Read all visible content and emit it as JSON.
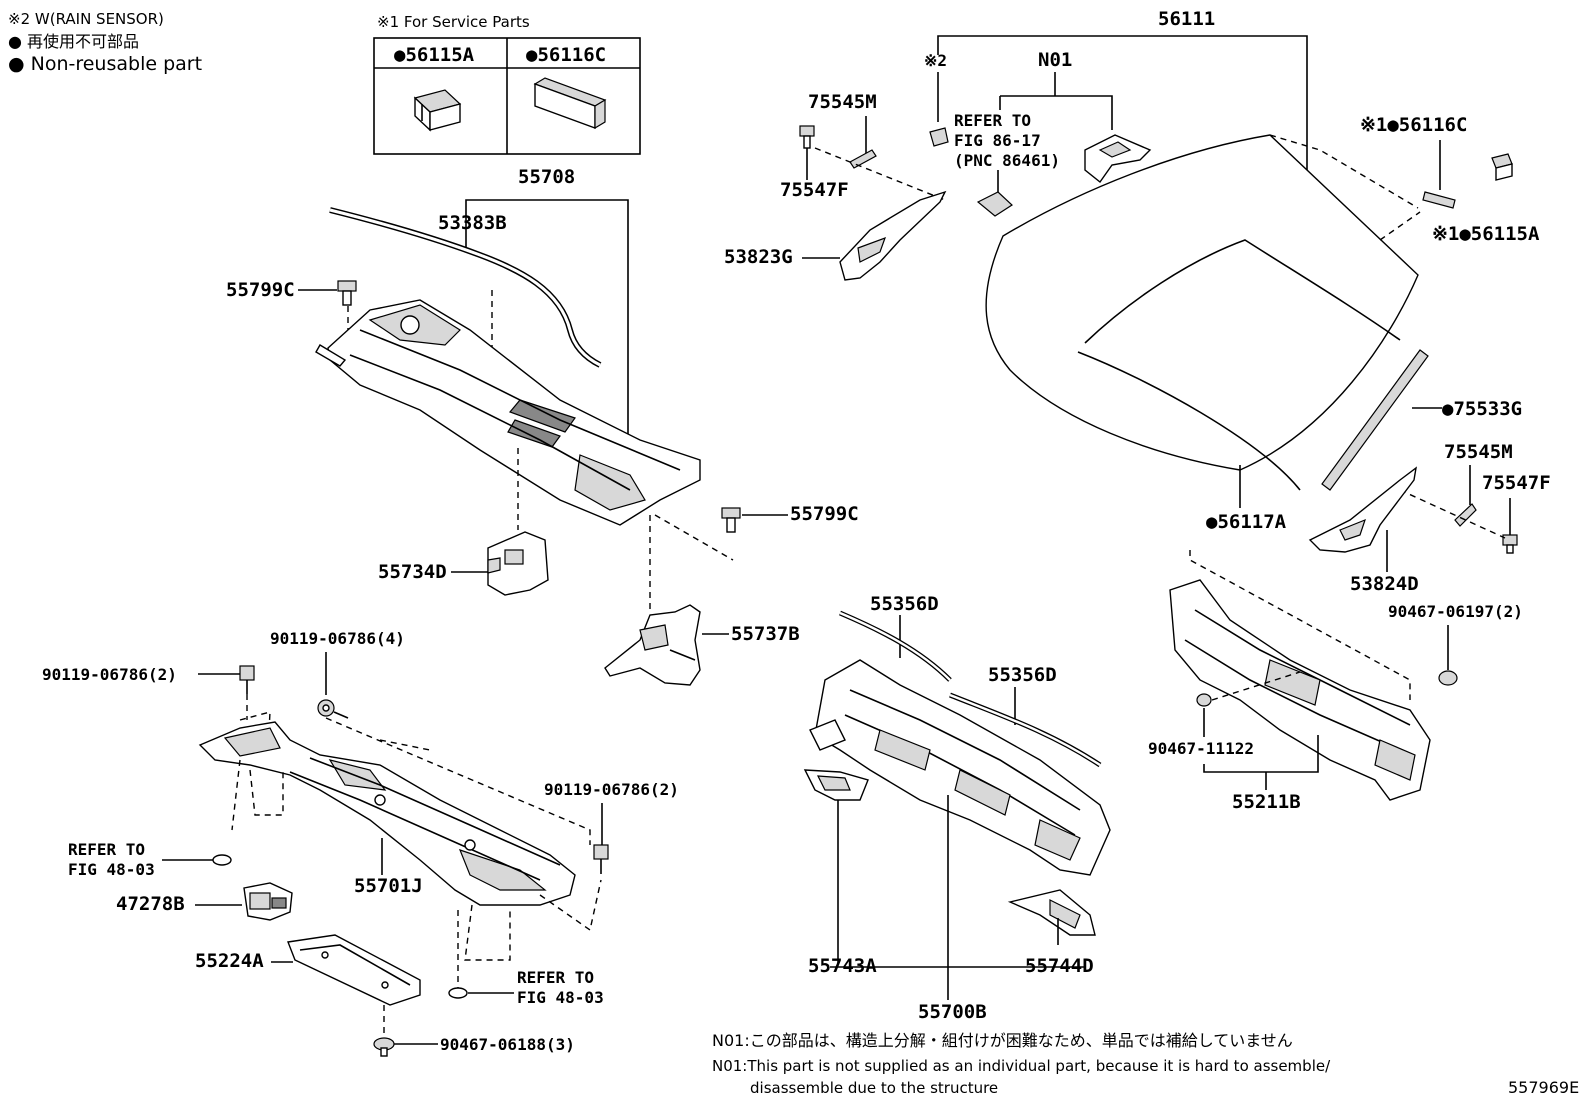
{
  "legend": {
    "rain_sensor": "※2 W(RAIN SENSOR)",
    "jp_nonreusable": "● 再使用不可部品",
    "en_nonreusable": "● Non-reusable part"
  },
  "service_box": {
    "title": "※1 For Service Parts",
    "col1": "●56115A",
    "col2": "●56116C"
  },
  "labels": {
    "p55708": "55708",
    "p53383B": "53383B",
    "p55799C_a": "55799C",
    "p55799C_b": "55799C",
    "p55734D": "55734D",
    "p55737B": "55737B",
    "p90119_4": "90119-06786(4)",
    "p90119_2a": "90119-06786(2)",
    "p90119_2b": "90119-06786(2)",
    "refer_a1": "REFER TO",
    "refer_a2": "FIG 48-03",
    "p55701J": "55701J",
    "p47278B": "47278B",
    "p55224A": "55224A",
    "refer_b1": "REFER TO",
    "refer_b2": "FIG 48-03",
    "p90467_06188": "90467-06188(3)",
    "p56111": "56111",
    "mark2": "※2",
    "n01": "N01",
    "refer_c1": "REFER TO",
    "refer_c2": "FIG 86-17",
    "refer_c3": "(PNC 86461)",
    "p75545M_a": "75545M",
    "p75547F_a": "75547F",
    "p53823G": "53823G",
    "p56116C": "※1●56116C",
    "p56115A": "※1●56115A",
    "p75533G": "●75533G",
    "p56117A": "●56117A",
    "p75545M_b": "75545M",
    "p75547F_b": "75547F",
    "p53824D": "53824D",
    "p90467_06197": "90467-06197(2)",
    "p90467_11122": "90467-11122",
    "p55211B": "55211B",
    "p55356D_a": "55356D",
    "p55356D_b": "55356D",
    "p55743A": "55743A",
    "p55744D": "55744D",
    "p55700B": "55700B"
  },
  "notes": {
    "jp": "N01:この部品は、構造上分解・組付けが困難なため、単品では補給していません",
    "en1": "N01:This part is not supplied as an individual part, because it is hard to assemble/",
    "en2": "disassemble due to the structure"
  },
  "figure_id": "557969E"
}
